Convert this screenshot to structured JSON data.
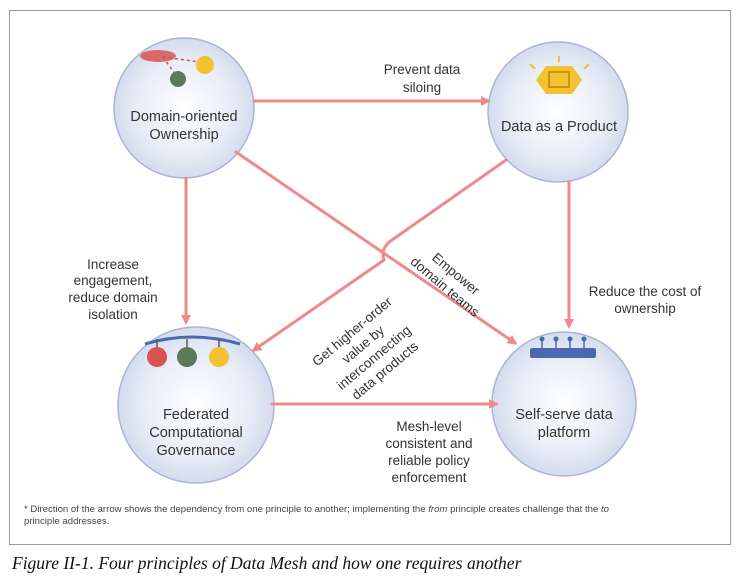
{
  "nodes": {
    "domain": {
      "lines": [
        "Domain-oriented",
        "Ownership"
      ]
    },
    "product": {
      "lines": [
        "Data as a Product"
      ]
    },
    "governance": {
      "lines": [
        "Federated",
        "Computational",
        "Governance"
      ]
    },
    "platform": {
      "lines": [
        "Self-serve data",
        "platform"
      ]
    }
  },
  "edges": {
    "prevent_siloing": {
      "lines": [
        "Prevent data",
        "siloing"
      ]
    },
    "increase_engagement": {
      "lines": [
        "Increase",
        "engagement,",
        "reduce domain",
        "isolation"
      ]
    },
    "empower_teams": {
      "lines": [
        "Empower",
        "domain teams"
      ]
    },
    "reduce_cost": {
      "lines": [
        "Reduce the cost of",
        "ownership"
      ]
    },
    "higher_order": {
      "lines": [
        "Get higher-order",
        "value by",
        "interconnecting",
        "data products"
      ]
    },
    "mesh_policy": {
      "lines": [
        "Mesh-level",
        "consistent and",
        "reliable policy",
        "enforcement"
      ]
    }
  },
  "colors": {
    "arrow": "#ef8a8a",
    "circle_fill": "#dde5f1",
    "circle_stroke": "#aab4d6",
    "accent_red": "#d9534f",
    "accent_green": "#5c7a5a",
    "accent_yellow": "#f2c230",
    "accent_blue": "#4a69b0"
  },
  "footnote": {
    "part1": "* Direction of the arrow shows the dependency from one principle to another; implementing the ",
    "from": "from",
    "part2": " principle creates challenge that the ",
    "to": "to",
    "part3": " principle addresses."
  },
  "caption": "Figure II-1. Four principles of Data Mesh and how one requires another"
}
